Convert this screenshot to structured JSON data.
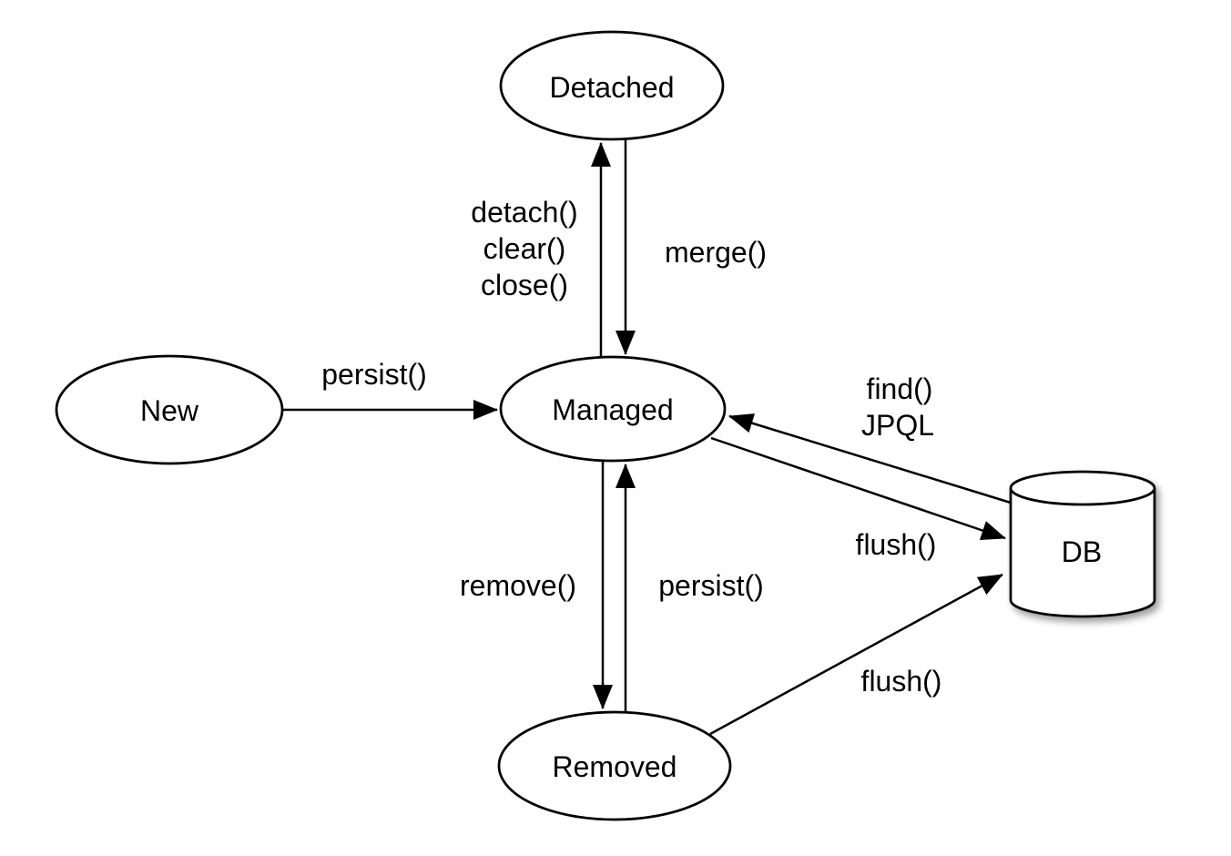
{
  "diagram": {
    "nodes": {
      "new": {
        "label": "New",
        "shape": "ellipse"
      },
      "detached": {
        "label": "Detached",
        "shape": "ellipse"
      },
      "managed": {
        "label": "Managed",
        "shape": "ellipse"
      },
      "removed": {
        "label": "Removed",
        "shape": "ellipse"
      },
      "db": {
        "label": "DB",
        "shape": "cylinder"
      }
    },
    "edges": {
      "new_to_managed": {
        "from": "New",
        "to": "Managed",
        "label": "persist()"
      },
      "managed_to_detached": {
        "from": "Managed",
        "to": "Detached",
        "lines": [
          "detach()",
          "clear()",
          "close()"
        ]
      },
      "detached_to_managed": {
        "from": "Detached",
        "to": "Managed",
        "label": "merge()"
      },
      "managed_to_removed": {
        "from": "Managed",
        "to": "Removed",
        "label": "remove()"
      },
      "removed_to_managed": {
        "from": "Removed",
        "to": "Managed",
        "label": "persist()"
      },
      "db_to_managed": {
        "from": "DB",
        "to": "Managed",
        "lines": [
          "find()",
          "JPQL"
        ]
      },
      "managed_to_db": {
        "from": "Managed",
        "to": "DB",
        "label": "flush()"
      },
      "removed_to_db": {
        "from": "Removed",
        "to": "DB",
        "label": "flush()"
      }
    },
    "colors": {
      "stroke": "#000000",
      "text": "#000000",
      "background": "#ffffff"
    }
  }
}
